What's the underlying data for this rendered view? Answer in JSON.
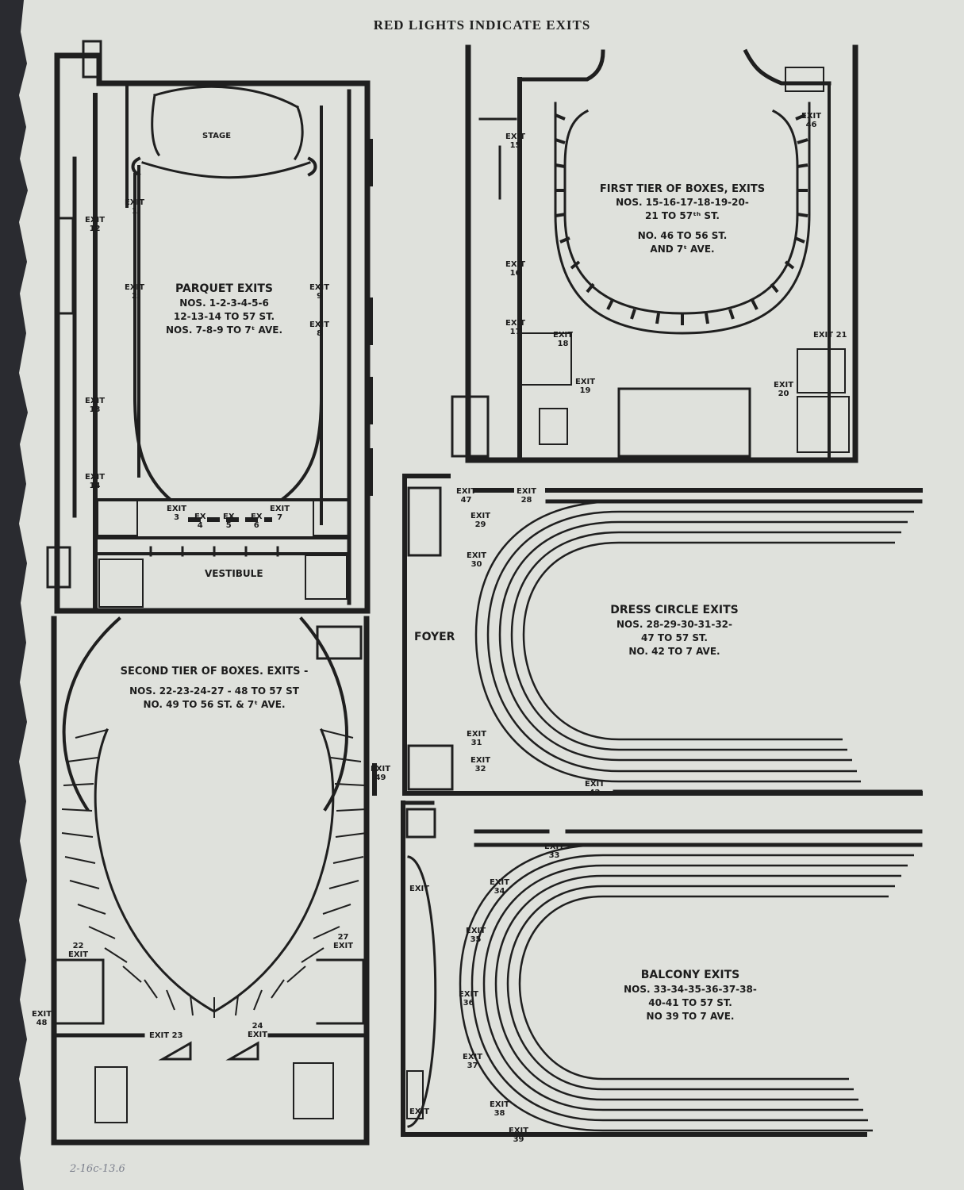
{
  "header": "RED LIGHTS INDICATE EXITS",
  "annotation": "2-16c-13.6",
  "parquet": {
    "stage": "STAGE",
    "vestibule": "VESTIBULE",
    "title": "PARQUET EXITS",
    "lines": [
      "NOS. 1-2-3-4-5-6",
      "12-13-14 TO 57 ST.",
      "NOS. 7-8-9 TO 7ᵗ AVE."
    ],
    "exits": [
      {
        "id": "1",
        "t": "EXIT\n1"
      },
      {
        "id": "2",
        "t": "EXIT\n2"
      },
      {
        "id": "9",
        "t": "EXIT\n9"
      },
      {
        "id": "8",
        "t": "EXIT\n8"
      },
      {
        "id": "12",
        "t": "EXIT\n12"
      },
      {
        "id": "13",
        "t": "EXIT\n13"
      },
      {
        "id": "14",
        "t": "EXIT\n14"
      },
      {
        "id": "3",
        "t": "EXIT\n3"
      },
      {
        "id": "4",
        "t": "EX\n4"
      },
      {
        "id": "5",
        "t": "EX\n5"
      },
      {
        "id": "6",
        "t": "EX\n6"
      },
      {
        "id": "7",
        "t": "EXIT\n7"
      }
    ]
  },
  "first_tier": {
    "title": "FIRST TIER OF BOXES, EXITS",
    "lines": [
      "NOS. 15-16-17-18-19-20-",
      "21 TO 57ᵗʰ ST.",
      "NO. 46 TO 56 ST.",
      "AND 7ᵗ AVE."
    ],
    "exits": [
      {
        "id": "15",
        "t": "EXIT\n15"
      },
      {
        "id": "16",
        "t": "EXIT\n16"
      },
      {
        "id": "17",
        "t": "EXIT\n17"
      },
      {
        "id": "18",
        "t": "EXIT\n18"
      },
      {
        "id": "19",
        "t": "EXIT\n19"
      },
      {
        "id": "20",
        "t": "EXIT\n20"
      },
      {
        "id": "21",
        "t": "EXIT 21"
      },
      {
        "id": "46",
        "t": "EXIT\n46"
      }
    ]
  },
  "second_tier": {
    "title": "SECOND TIER OF BOXES. EXITS -",
    "lines": [
      "NOS. 22-23-24-27 - 48 TO 57 ST",
      "NO. 49 TO 56 ST. & 7ᵗ AVE."
    ],
    "exits": [
      {
        "id": "22",
        "t": "22\nEXIT"
      },
      {
        "id": "27",
        "t": "27\nEXIT"
      },
      {
        "id": "48",
        "t": "EXIT\n48"
      },
      {
        "id": "49",
        "t": "EXIT\n49"
      },
      {
        "id": "23",
        "t": "EXIT 23"
      },
      {
        "id": "24",
        "t": "24\nEXIT"
      }
    ]
  },
  "dress_circle": {
    "foyer": "FOYER",
    "title": "DRESS CIRCLE EXITS",
    "lines": [
      "NOS. 28-29-30-31-32-",
      "47 TO 57 ST.",
      "NO. 42 TO 7 AVE."
    ],
    "exits": [
      {
        "id": "47",
        "t": "EXIT\n47"
      },
      {
        "id": "28",
        "t": "EXIT\n28"
      },
      {
        "id": "29",
        "t": "EXIT\n29"
      },
      {
        "id": "30",
        "t": "EXIT\n30"
      },
      {
        "id": "31",
        "t": "EXIT\n31"
      },
      {
        "id": "32",
        "t": "EXIT\n32"
      },
      {
        "id": "42",
        "t": "EXIT\n42"
      }
    ]
  },
  "balcony": {
    "title": "BALCONY EXITS",
    "lines": [
      "NOS. 33-34-35-36-37-38-",
      "40-41 TO 57 ST.",
      "NO 39 TO 7 AVE."
    ],
    "exits": [
      {
        "id": "33",
        "t": "EXIT\n33"
      },
      {
        "id": "34",
        "t": "EXIT\n34"
      },
      {
        "id": "35",
        "t": "EXIT\n35"
      },
      {
        "id": "36",
        "t": "EXIT\n36"
      },
      {
        "id": "37",
        "t": "EXIT\n37"
      },
      {
        "id": "38",
        "t": "EXIT\n38"
      },
      {
        "id": "39",
        "t": "EXIT\n39"
      },
      {
        "id": "40",
        "t": "EXIT"
      },
      {
        "id": "41",
        "t": "EXIT"
      }
    ]
  }
}
